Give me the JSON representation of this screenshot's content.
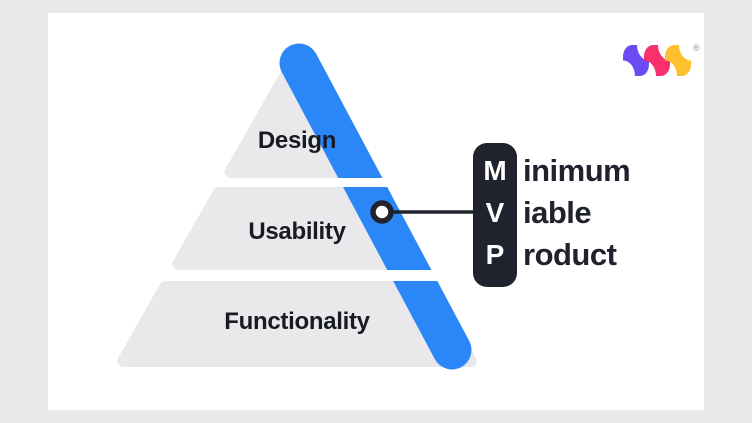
{
  "page": {
    "background_color": "#e8e9eb",
    "card_background": "#ffffff"
  },
  "pyramid": {
    "tiers": [
      {
        "label": "Design"
      },
      {
        "label": "Usability"
      },
      {
        "label": "Functionality"
      }
    ],
    "tier_fill": "#e9e9eb",
    "stripe_color": "#2b87f7",
    "label_color": "#181b24"
  },
  "callout": {
    "rows": [
      {
        "letter": "M",
        "rest": "inimum"
      },
      {
        "letter": "V",
        "rest": "iable"
      },
      {
        "letter": "P",
        "rest": "roduct"
      }
    ],
    "badge_color": "#20232d",
    "letter_color": "#ffffff",
    "word_color": "#20232d"
  },
  "logo": {
    "registered_mark": "®",
    "colors": {
      "tile1": "#6c4bf4",
      "tile2": "#f7316b",
      "tile3": "#ffc02e",
      "mark": "#8d929b"
    }
  }
}
